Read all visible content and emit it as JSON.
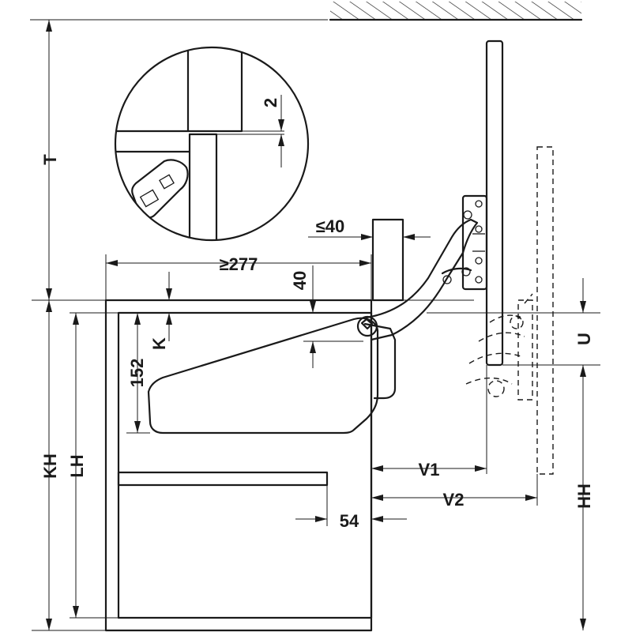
{
  "labels": {
    "T": "T",
    "KH": "KH",
    "LH": "LH",
    "HH": "HH",
    "U": "U",
    "K": "K",
    "V1": "V1",
    "V2": "V2",
    "dim_277": "≥277",
    "dim_40_max": "≤40",
    "dim_40": "40",
    "dim_152": "152",
    "dim_54": "54",
    "dim_2": "2"
  }
}
